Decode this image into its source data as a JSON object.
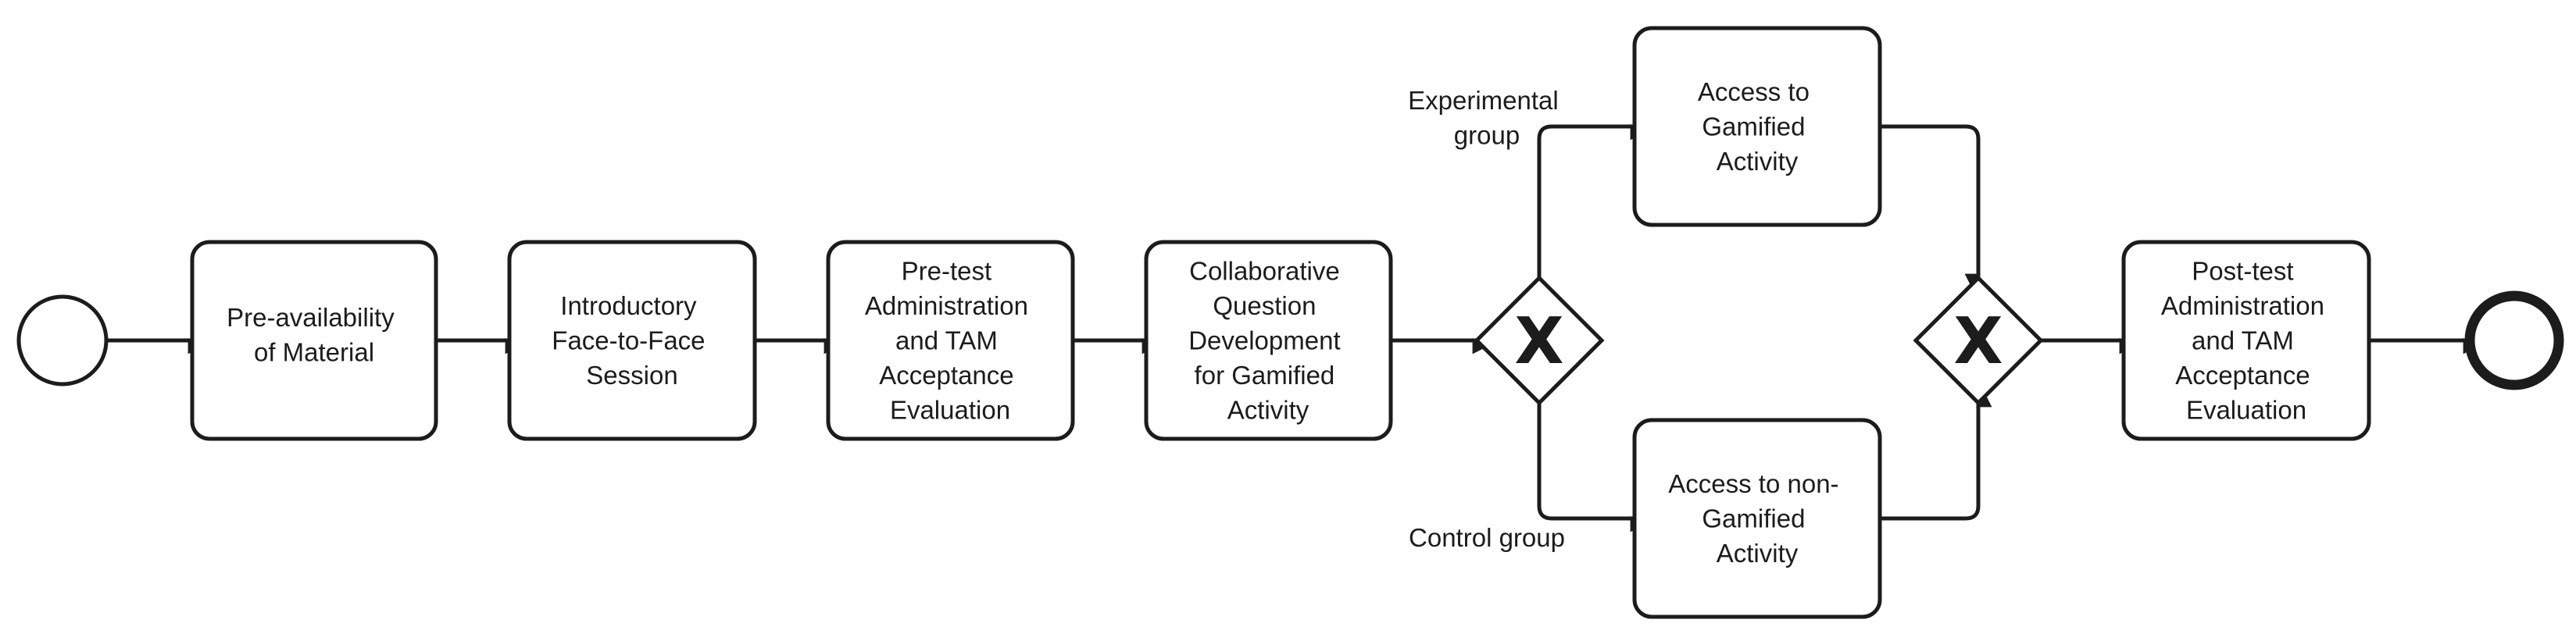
{
  "diagram": {
    "tasks": [
      {
        "id": "t1",
        "lines": [
          "Pre-availability",
          "of Material"
        ]
      },
      {
        "id": "t2",
        "lines": [
          "Introductory",
          "Face-to-Face",
          "Session"
        ]
      },
      {
        "id": "t3",
        "lines": [
          "Pre-test",
          "Administration",
          "and TAM",
          "Acceptance",
          "Evaluation"
        ]
      },
      {
        "id": "t4",
        "lines": [
          "Collaborative",
          "Question",
          "Development",
          "for Gamified",
          "Activity"
        ]
      },
      {
        "id": "t5",
        "lines": [
          "Access to",
          "Gamified",
          "Activity"
        ]
      },
      {
        "id": "t6",
        "lines": [
          "Access to non-",
          "Gamified",
          "Activity"
        ]
      },
      {
        "id": "t7",
        "lines": [
          "Post-test",
          "Administration",
          "and TAM",
          "Acceptance",
          "Evaluation"
        ]
      }
    ],
    "gateways": [
      {
        "id": "g1",
        "symbol": "X"
      },
      {
        "id": "g2",
        "symbol": "X"
      }
    ],
    "flow_labels": {
      "experimental": [
        "Experimental",
        "group"
      ],
      "control": [
        "Control group"
      ]
    }
  }
}
